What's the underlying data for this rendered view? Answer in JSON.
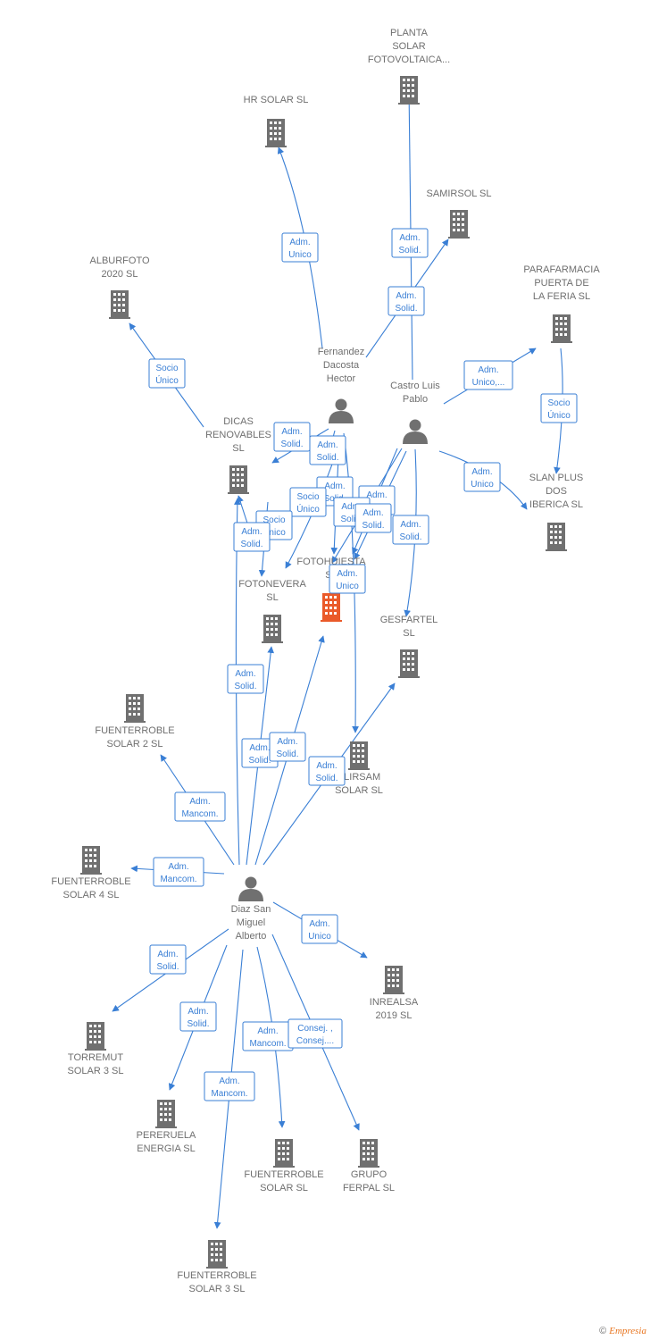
{
  "colors": {
    "edge": "#3a7fd5",
    "node": "#707070",
    "focus": "#ea5a2a",
    "label": "#6f6f6f"
  },
  "companies": [
    {
      "id": "planta",
      "label": [
        "PLANTA",
        "SOLAR",
        "FOTOVOLTAICA..."
      ],
      "icon": "building-icon"
    },
    {
      "id": "hr",
      "label": [
        "HR SOLAR  SL"
      ],
      "icon": "building-icon"
    },
    {
      "id": "samirsol",
      "label": [
        "SAMIRSOL  SL"
      ],
      "icon": "building-icon"
    },
    {
      "id": "alburfoto",
      "label": [
        "ALBURFOTO",
        "2020  SL"
      ],
      "icon": "building-icon"
    },
    {
      "id": "parafarmacia",
      "label": [
        "PARAFARMACIA",
        "PUERTA DE",
        "LA FERIA SL"
      ],
      "icon": "building-icon"
    },
    {
      "id": "dicas",
      "label": [
        "DICAS",
        "RENOVABLES",
        "SL"
      ],
      "icon": "building-icon"
    },
    {
      "id": "slanplus",
      "label": [
        "SLAN PLUS",
        "DOS",
        "IBERICA  SL"
      ],
      "icon": "building-icon"
    },
    {
      "id": "fotohuiesta",
      "label": [
        "FOTOHUIESTA",
        "SL"
      ],
      "icon": "building-icon",
      "focus": true
    },
    {
      "id": "fotonevera",
      "label": [
        "FOTONEVERA",
        "SL"
      ],
      "icon": "building-icon"
    },
    {
      "id": "gesfartel",
      "label": [
        "GESFARTEL",
        "SL"
      ],
      "icon": "building-icon"
    },
    {
      "id": "fuent2",
      "label": [
        "FUENTERROBLE",
        "SOLAR 2 SL"
      ],
      "icon": "building-icon"
    },
    {
      "id": "alirsam",
      "label": [
        "ALIRSAM",
        "SOLAR  SL"
      ],
      "icon": "building-icon"
    },
    {
      "id": "fuent4",
      "label": [
        "FUENTERROBLE",
        "SOLAR 4 SL"
      ],
      "icon": "building-icon"
    },
    {
      "id": "inrealsa",
      "label": [
        "INREALSA",
        "2019  SL"
      ],
      "icon": "building-icon"
    },
    {
      "id": "torremut",
      "label": [
        "TORREMUT",
        "SOLAR 3 SL"
      ],
      "icon": "building-icon"
    },
    {
      "id": "pereruela",
      "label": [
        "PERERUELA",
        "ENERGIA  SL"
      ],
      "icon": "building-icon"
    },
    {
      "id": "fuentsl",
      "label": [
        "FUENTERROBLE",
        "SOLAR SL"
      ],
      "icon": "building-icon"
    },
    {
      "id": "ferpal",
      "label": [
        "GRUPO",
        "FERPAL  SL"
      ],
      "icon": "building-icon"
    },
    {
      "id": "fuent3",
      "label": [
        "FUENTERROBLE",
        "SOLAR 3 SL"
      ],
      "icon": "building-icon"
    }
  ],
  "persons": [
    {
      "id": "hector",
      "label": [
        "Fernandez",
        "Dacosta",
        "Hector"
      ],
      "icon": "person-icon"
    },
    {
      "id": "pablo",
      "label": [
        "Castro Luis",
        "Pablo"
      ],
      "icon": "person-icon"
    },
    {
      "id": "alberto",
      "label": [
        "Diaz San",
        "Miguel",
        "Alberto"
      ],
      "icon": "person-icon"
    }
  ],
  "edge_labels": [
    [
      "Adm.",
      "Unico"
    ],
    [
      "Adm.",
      "Solid."
    ],
    [
      "Adm.",
      "Solid."
    ],
    [
      "Socio",
      "Único"
    ],
    [
      "Adm.",
      "Unico,..."
    ],
    [
      "Socio",
      "Único"
    ],
    [
      "Adm.",
      "Unico"
    ],
    [
      "Adm.",
      "Solid."
    ],
    [
      "Adm.",
      "Solid."
    ],
    [
      "Adm.",
      "Solid."
    ],
    [
      "Socio",
      "Único"
    ],
    [
      "Socio",
      "Único"
    ],
    [
      "Adm.",
      "Solid."
    ],
    [
      "Adm.",
      "Solid."
    ],
    [
      "Adm.",
      "Solid."
    ],
    [
      "Adm.",
      "Solid."
    ],
    [
      "Adm.",
      "Solid."
    ],
    [
      "Adm.",
      "Unico"
    ],
    [
      "Adm.",
      "Solid."
    ],
    [
      "Adm.",
      "Mancom."
    ],
    [
      "Adm.",
      "Solid."
    ],
    [
      "Adm.",
      "Solid."
    ],
    [
      "Adm.",
      "Solid."
    ],
    [
      "Adm.",
      "Mancom."
    ],
    [
      "Adm.",
      "Unico"
    ],
    [
      "Adm.",
      "Solid."
    ],
    [
      "Adm.",
      "Solid."
    ],
    [
      "Adm.",
      "Mancom."
    ],
    [
      "Consej. ,",
      "Consej...."
    ],
    [
      "Adm.",
      "Mancom."
    ]
  ],
  "footer": {
    "copyright": "©",
    "brand": "Empresia"
  }
}
